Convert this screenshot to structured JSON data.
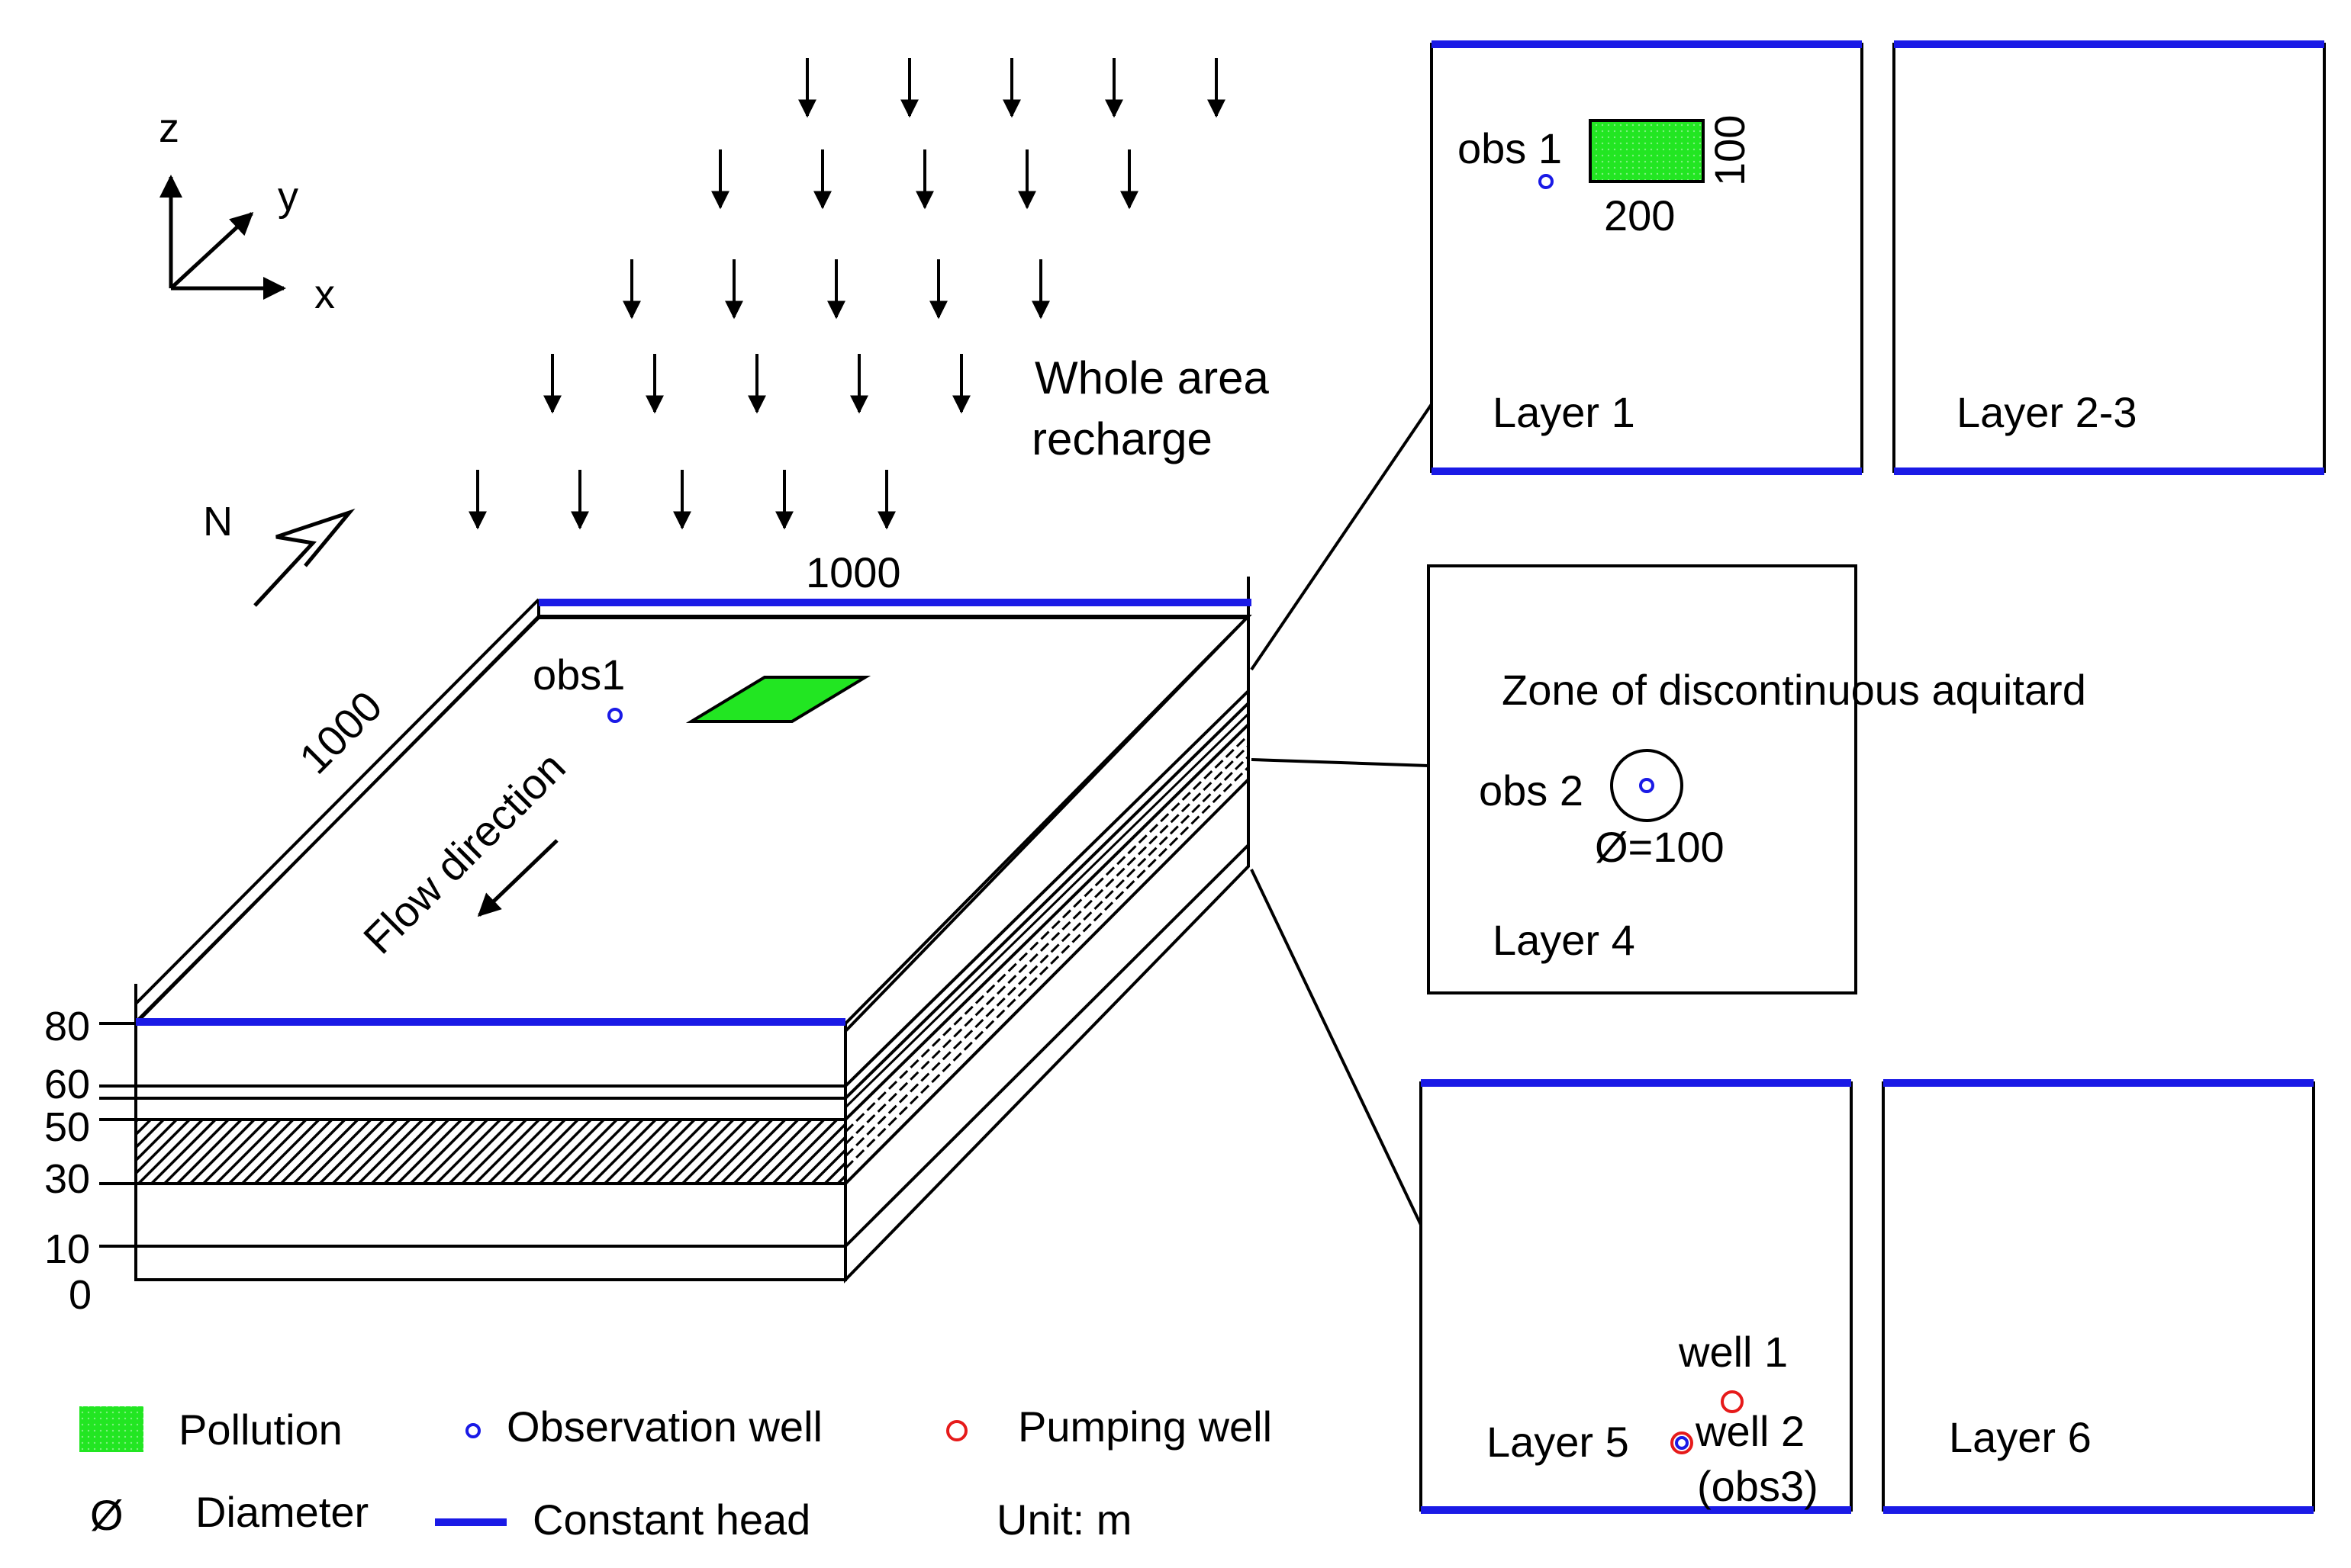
{
  "colors": {
    "constant_head": "#1a1ae6",
    "pollution": "#22e622",
    "observation_well": "#1a1ae6",
    "pumping_well": "#e61a1a",
    "line": "#000000"
  },
  "axes": {
    "z": "z",
    "y": "y",
    "x": "x",
    "north": "N"
  },
  "recharge": {
    "line1": "Whole area",
    "line2": "recharge"
  },
  "model": {
    "top_width": "1000",
    "side_length": "1000",
    "obs_label": "obs1",
    "flow_label": "Flow direction",
    "elevations": [
      "80",
      "60",
      "50",
      "30",
      "10",
      "0"
    ]
  },
  "panels": {
    "layer1": {
      "title": "Layer 1",
      "obs": "obs 1",
      "width": "200",
      "height": "100"
    },
    "layer23": {
      "title": "Layer 2-3"
    },
    "layer4": {
      "title": "Layer 4",
      "zone": "Zone of discontinuous aquitard",
      "obs": "obs 2",
      "diameter": "Ø=100"
    },
    "layer5": {
      "title": "Layer 5",
      "well1": "well 1",
      "well2": "well 2",
      "obs3": "(obs3)"
    },
    "layer6": {
      "title": "Layer 6"
    }
  },
  "legend": {
    "pollution": "Pollution",
    "observation_well": "Observation well",
    "pumping_well": "Pumping well",
    "diameter_symbol": "Ø",
    "diameter": "Diameter",
    "constant_head": "Constant head",
    "unit": "Unit: m"
  }
}
